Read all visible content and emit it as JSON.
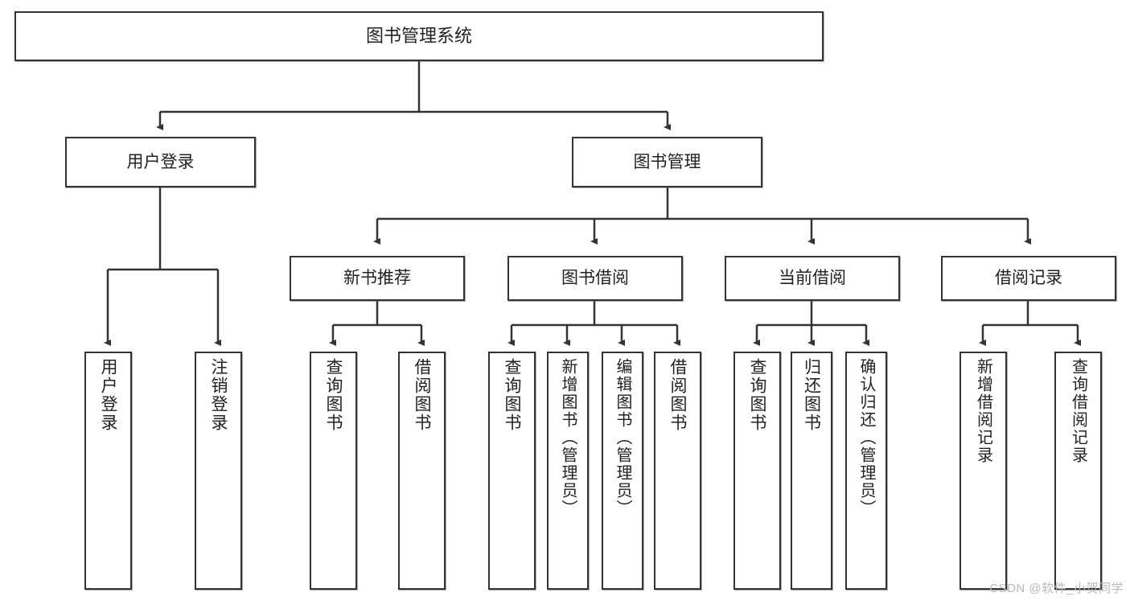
{
  "diagram": {
    "title": "图书管理系统",
    "type": "tree",
    "watermark": "CSDN @软件_小贺同学",
    "colors": {
      "box_border": "#333333",
      "box_fill": "#ffffff",
      "connector": "#333333",
      "text": "#222222",
      "watermark": "#b9b9b9"
    },
    "root": {
      "label": "图书管理系统"
    },
    "level2": [
      {
        "label": "用户登录"
      },
      {
        "label": "图书管理"
      }
    ],
    "level3": [
      {
        "label": "新书推荐"
      },
      {
        "label": "图书借阅"
      },
      {
        "label": "当前借阅"
      },
      {
        "label": "借阅记录"
      }
    ],
    "leaves": {
      "user_login": [
        {
          "label": "用户登录"
        },
        {
          "label": "注销登录"
        }
      ],
      "new_book_recommend": [
        {
          "label": "查询图书"
        },
        {
          "label": "借阅图书"
        }
      ],
      "book_borrow": [
        {
          "label": "查询图书"
        },
        {
          "label": "新增图书（管理员）"
        },
        {
          "label": "编辑图书（管理员）"
        },
        {
          "label": "借阅图书"
        }
      ],
      "current_borrow": [
        {
          "label": "查询图书"
        },
        {
          "label": "归还图书"
        },
        {
          "label": "确认归还（管理员）"
        }
      ],
      "borrow_record": [
        {
          "label": "新增借阅记录"
        },
        {
          "label": "查询借阅记录"
        }
      ]
    }
  }
}
